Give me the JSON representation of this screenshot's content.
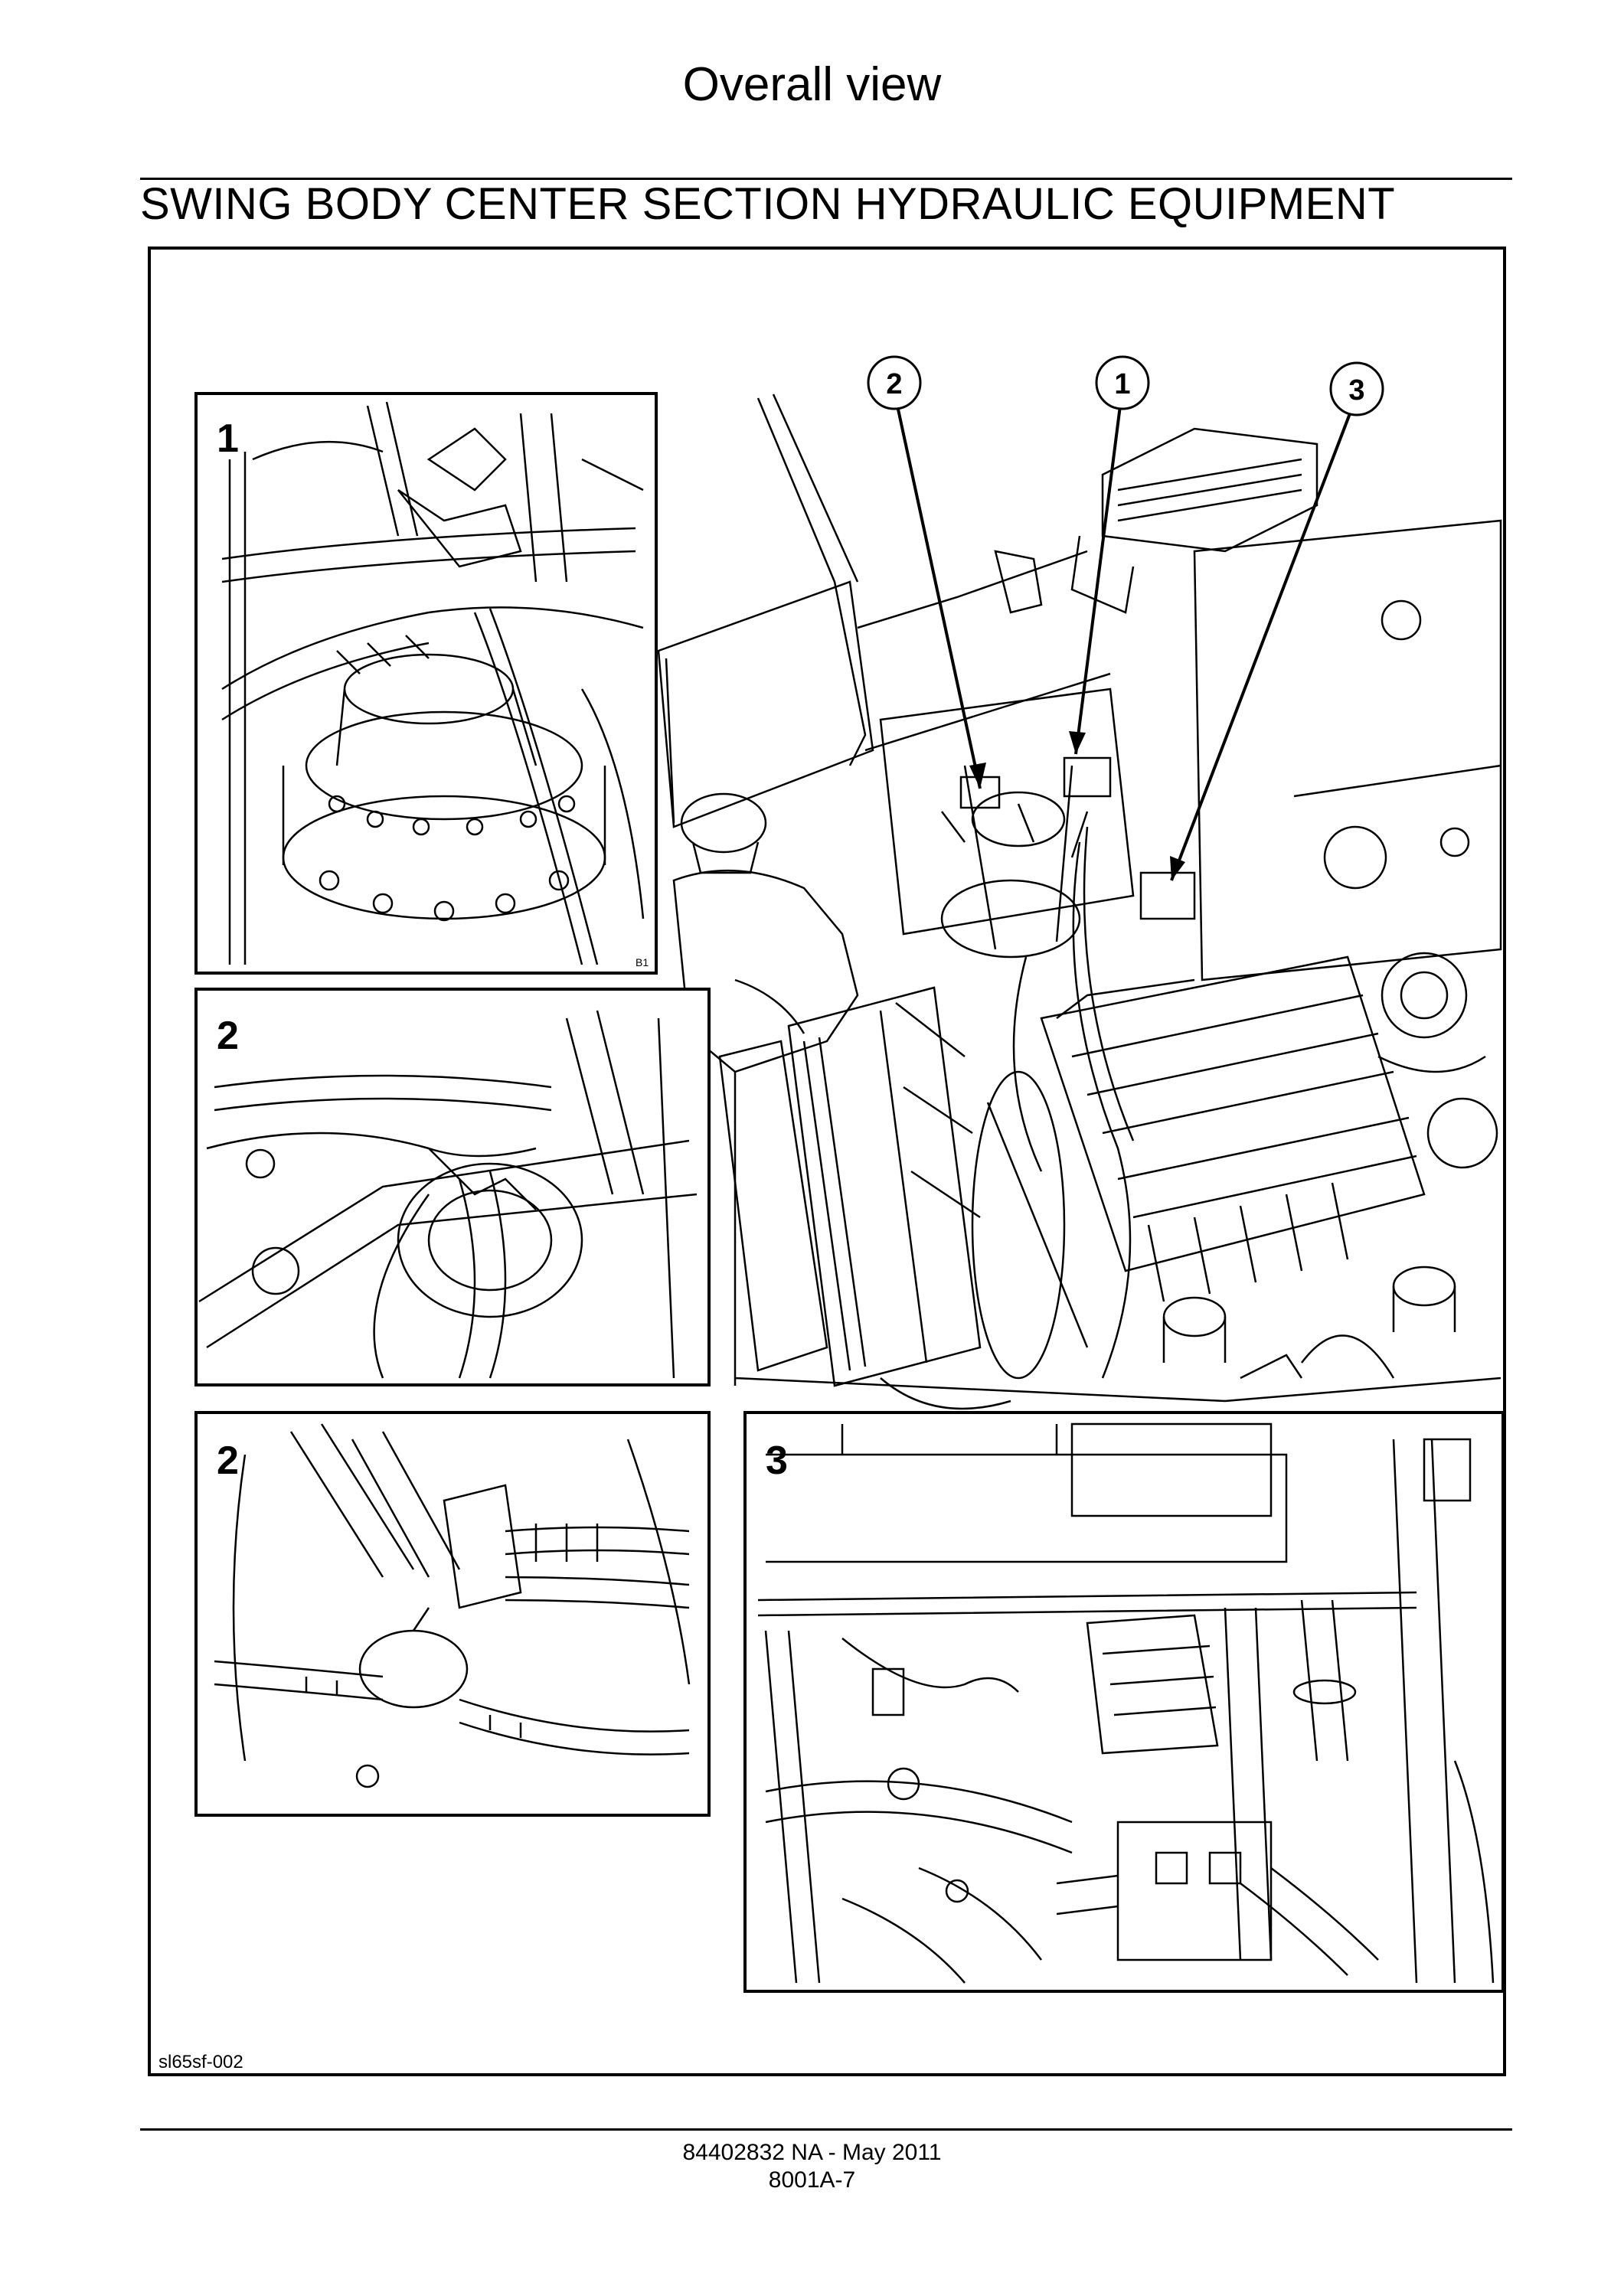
{
  "header": {
    "title": "Overall view"
  },
  "section": {
    "title": "SWING BODY CENTER SECTION HYDRAULIC EQUIPMENT"
  },
  "figure": {
    "code": "sl65sf-002",
    "callouts": [
      "2",
      "1",
      "3"
    ],
    "insets": [
      {
        "label": "1",
        "small_mark": "B1"
      },
      {
        "label": "2"
      },
      {
        "label": "2"
      },
      {
        "label": "3"
      }
    ]
  },
  "footer": {
    "line1": "84402832 NA - May 2011",
    "line2": "8001A-7"
  }
}
